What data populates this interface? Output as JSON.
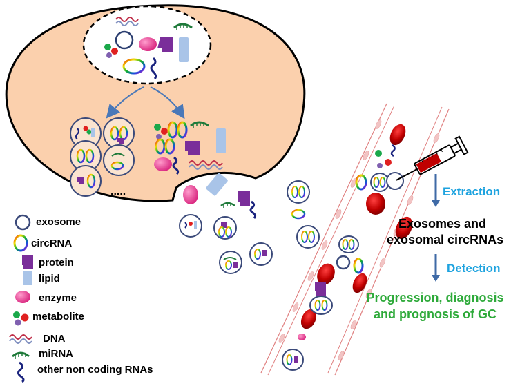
{
  "legend": {
    "exosome": "exosome",
    "circrna": "circRNA",
    "protein": "protein",
    "lipid": "lipid",
    "enzyme": "enzyme",
    "metabolite": "metabolite",
    "dna": "DNA",
    "mirna": "miRNA",
    "other_ncrna": "other non coding RNAs"
  },
  "flow": {
    "extraction": "Extraction",
    "exosomes_line1": "Exosomes and",
    "exosomes_line2": "exosomal circRNAs",
    "detection": "Detection",
    "outcome_line1": "Progression, diagnosis",
    "outcome_line2": "and prognosis of GC"
  },
  "cell": {
    "ellipsis": "....."
  },
  "colors": {
    "cell_fill": "#fbd0ad",
    "exosome_ring": "#3b4a7a",
    "protein": "#7a2e9a",
    "lipid": "#a9c4e8",
    "enzyme": "#e8449a",
    "ncrna": "#1a237e",
    "mirna": "#1f7a3a",
    "blood_cell": "#c00000",
    "arrow": "#3f6aa6",
    "label_blue": "#1ea3df",
    "label_green": "#2eaa3a"
  }
}
